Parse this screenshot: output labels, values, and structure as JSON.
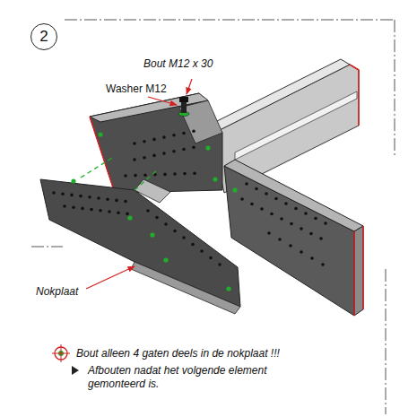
{
  "diagram": {
    "nodes": [
      {
        "text": [
          "2"
        ]
      }
    ],
    "labels": [
      "Bout M12 x 30",
      "Washer M12",
      "Nokplaat",
      "Bout alleen 4 gaten deels in de nokplaat !!!",
      "Afbouten nadat het volgende element gemonteerd is."
    ]
  }
}
